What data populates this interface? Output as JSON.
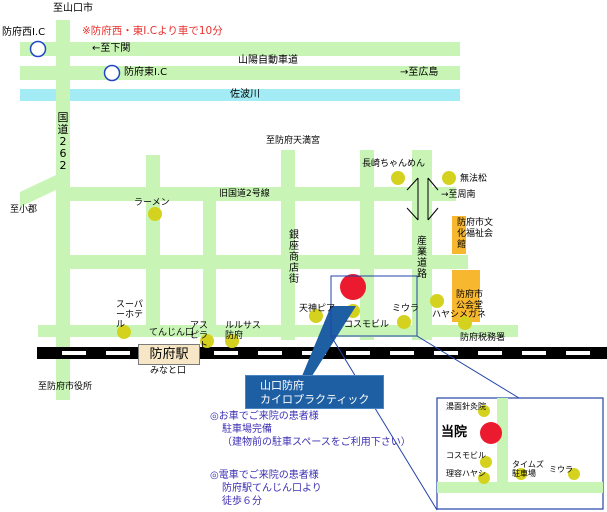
{
  "notice": "※防府西・東I.Cより車で10分",
  "labels": {
    "yamaguchi": "至山口市",
    "hofu_west_ic": "防府西I.C",
    "hofu_east_ic": "防府東I.C",
    "shimonoseki": "←至下関",
    "hiroshima": "→至広島",
    "sanyo": "山陽自動車道",
    "sabagawa": "佐波川",
    "route262": "国道262",
    "tenmangu": "至防府天満宮",
    "old_route2": "旧国道2号線",
    "ramen": "ラーメン",
    "shugun": "至小郡",
    "nagasaki": "長崎ちゃんめん",
    "muji": "無法松",
    "shunan": "→至周南",
    "welfare": "防府市文化福祉会館",
    "kominkan": "防府市公会堂",
    "ginza": "銀座商店街",
    "sangyo": "産業道路",
    "supahotel": "スーパーホテル",
    "tenjin": "てんじん口",
    "asupira": "アスピラート",
    "rurusasu": "ルルサス防府",
    "tenjinpia": "天神ピア",
    "kosumo": "コスモビル",
    "miura": "ミウラ",
    "hayashi": "ハヤシメガネ",
    "tax": "防府税務署",
    "station": "防府駅",
    "minato": "みなと口",
    "cityhall": "至防府市役所"
  },
  "clinic": {
    "line1": "山口防府",
    "line2": "カイロプラクティック"
  },
  "info": {
    "car_title": "◎お車でご来院の患者様",
    "car_line1": "駐車場完備",
    "car_line2": "（建物前の駐車スペースをご利用下さい）",
    "train_title": "◎電車でご来院の患者様",
    "train_line1": "防府駅てんじん口より",
    "train_line2": "徒歩６分"
  },
  "inset": {
    "yuzuki": "湯面針灸院",
    "clinic": "当院",
    "kosumo": "コスモビル",
    "riyou": "理容ハヤシ",
    "times": "タイムズ駐車場",
    "miura": "ミウラ"
  },
  "colors": {
    "road": "#c8f5b6",
    "river": "#a3ecf5",
    "marker": "#d4d21e",
    "clinic": "#ec1a2e",
    "ic": "#2147c4",
    "building": "#f7b72f",
    "info": "#3c2fb3",
    "notice": "#e8312f"
  }
}
